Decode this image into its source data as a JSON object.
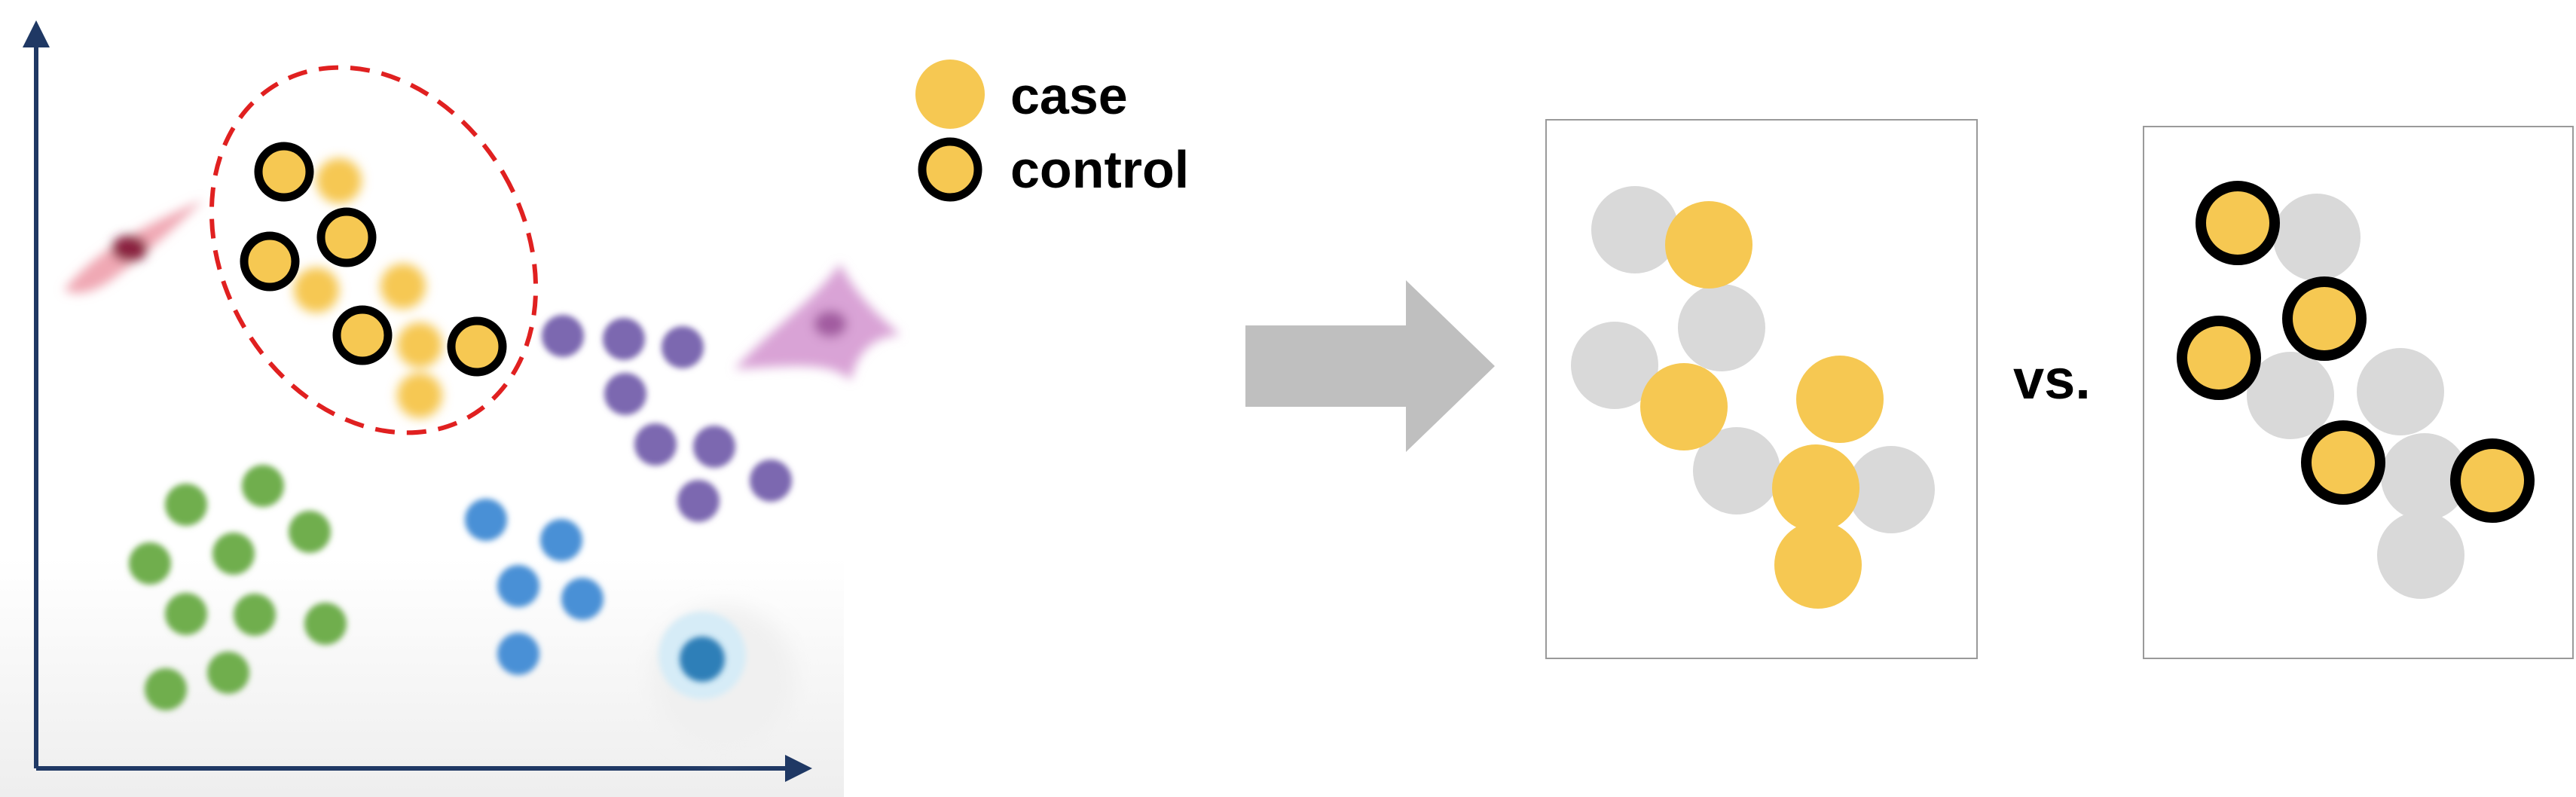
{
  "colors": {
    "case": "#f6c852",
    "control_fill": "#f6c852",
    "control_ring": "#000000",
    "background_cell": "#d9d9d9",
    "cluster_green": "#6fae4e",
    "cluster_purple": "#7b68b0",
    "cluster_blue": "#4a90d6",
    "selection_outline": "#e02020",
    "axis": "#1f3864",
    "arrow": "#bfbfbf"
  },
  "legend": {
    "case_label": "case",
    "control_label": "control"
  },
  "comparison": {
    "vs_label": "vs."
  },
  "icons": [
    "fibroblast-cell-icon",
    "dendritic-cell-icon",
    "immune-cell-icon",
    "right-arrow-icon"
  ]
}
